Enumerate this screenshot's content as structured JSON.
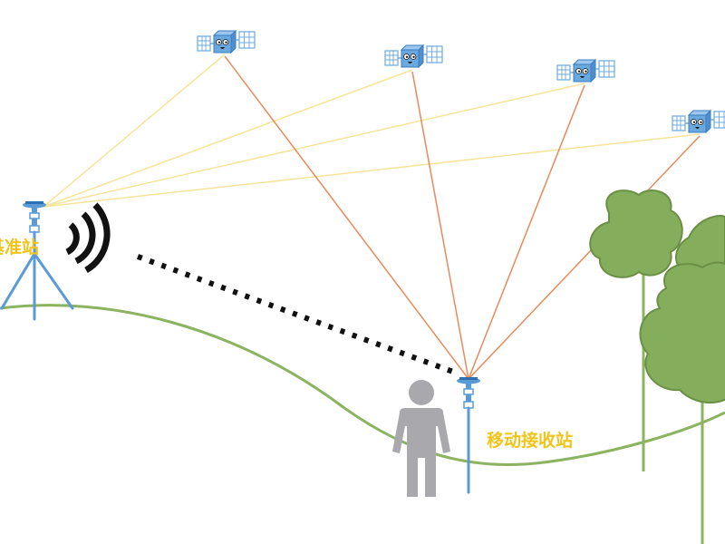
{
  "labels": {
    "base_station": "基准站",
    "rover_station": "移动接收站"
  },
  "colors": {
    "label": "#f0c419",
    "base_signal_line": "#f7e49a",
    "rover_signal_line": "#e88a5a",
    "terrain": "#8cb35f",
    "tree_foliage": "#84ad5c",
    "tree_outline": "#6a8f45",
    "trunk": "#8cb35f",
    "person": "#a9a9ad",
    "instrument": "#5b9bd5",
    "satellite_body": "#6aa8e0",
    "radio_wave": "#111111",
    "data_link": "#111111"
  },
  "icons": {
    "satellite": "satellite-icon",
    "radio": "radio-wave-icon",
    "person": "person-icon",
    "tree": "tree-icon",
    "receiver": "gnss-receiver-icon"
  },
  "satellite_count": 4
}
